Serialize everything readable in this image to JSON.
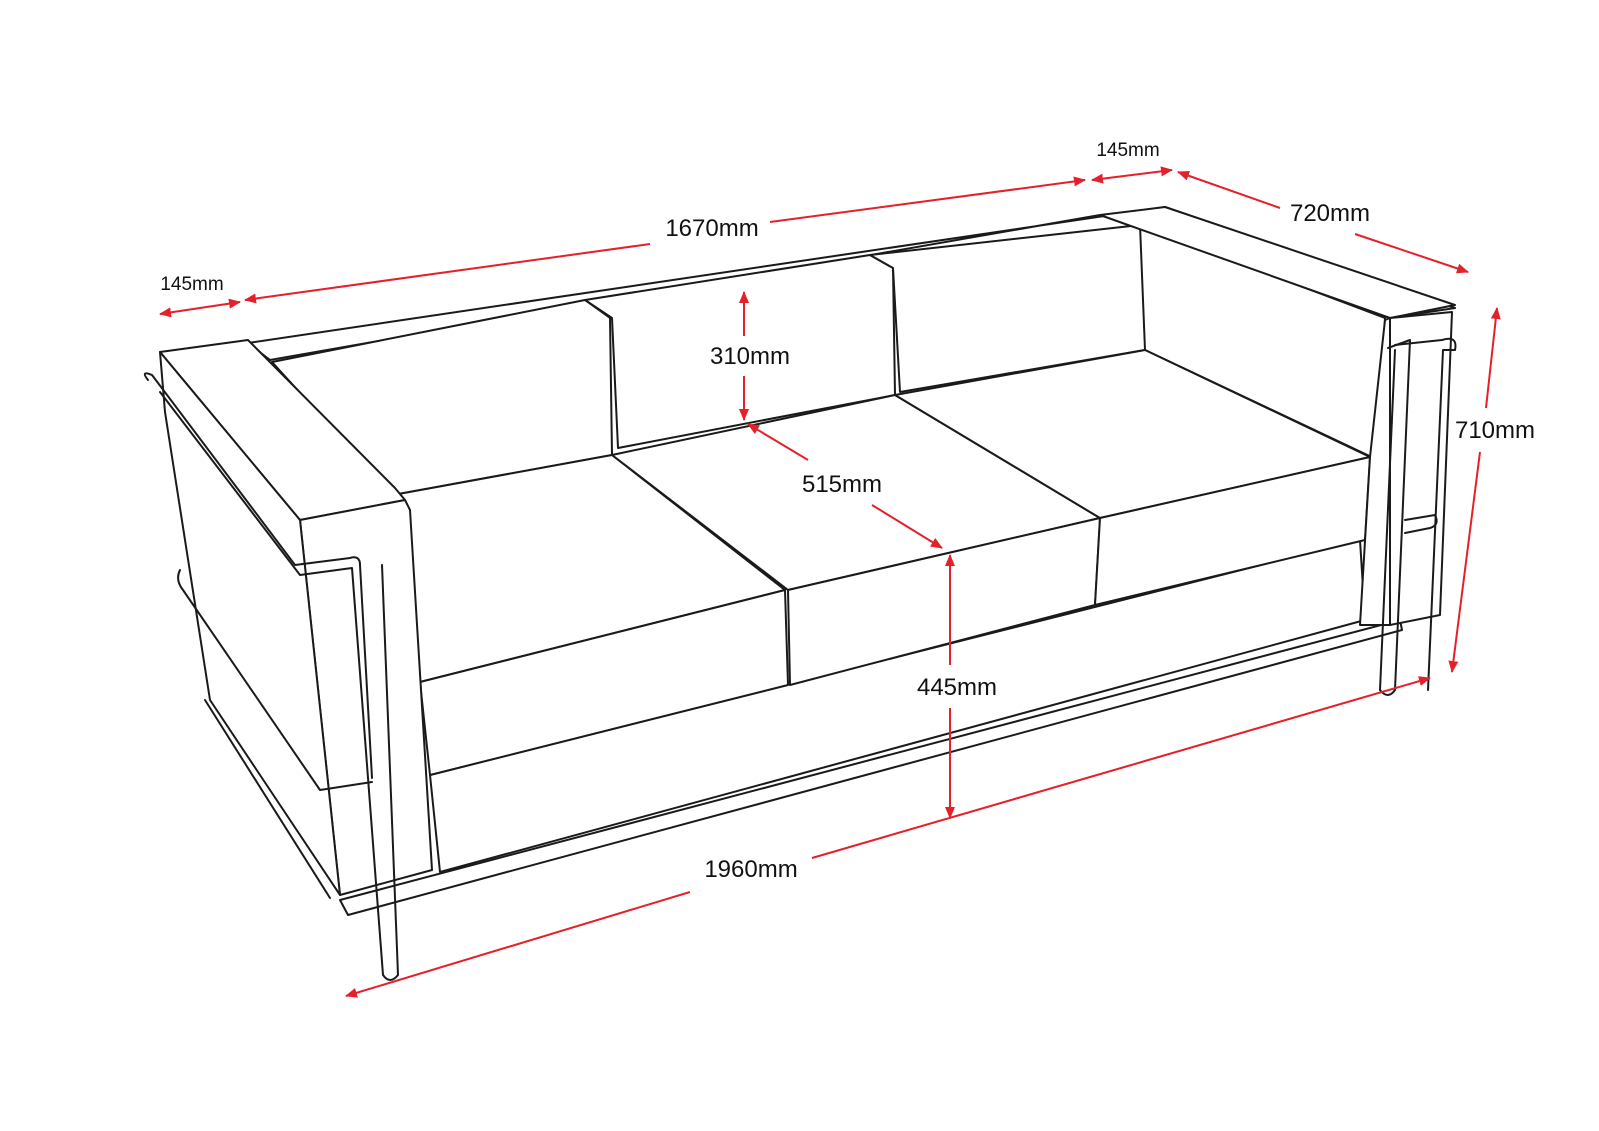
{
  "colors": {
    "dimension_line": "#e4202a",
    "outline": "#1a1a1a",
    "background": "#ffffff"
  },
  "dimensions": {
    "arm_width_left": "145mm",
    "seat_span": "1670mm",
    "arm_width_right": "145mm",
    "depth": "720mm",
    "backrest_height": "310mm",
    "seat_depth": "515mm",
    "overall_height": "710mm",
    "seat_height": "445mm",
    "overall_width": "1960mm"
  }
}
